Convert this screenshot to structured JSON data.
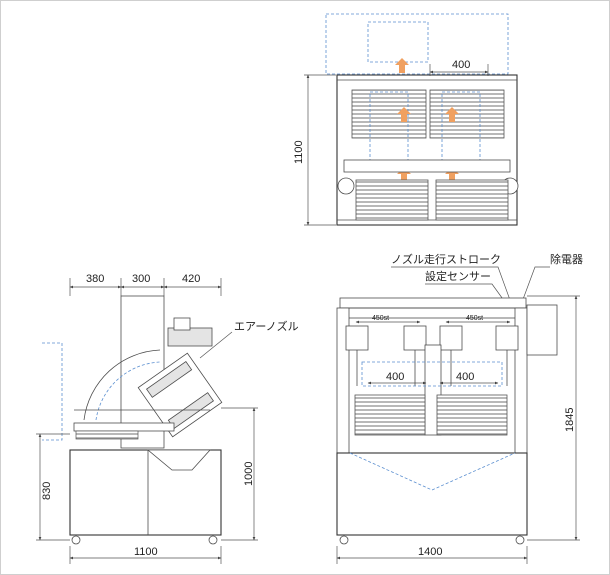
{
  "top_view": {
    "dim_width": "400",
    "dim_height": "1100"
  },
  "side_view": {
    "dim_top_1": "380",
    "dim_top_2": "300",
    "dim_top_3": "420",
    "dim_height_total": "1000",
    "dim_height_table": "830",
    "dim_width": "1100",
    "label_air_nozzle": "エアーノズル"
  },
  "front_view": {
    "label_nozzle_stroke": "ノズル走行ストローク",
    "label_sensor": "設定センサー",
    "label_static_eliminator": "除電器",
    "dim_stroke_left": "450st",
    "dim_stroke_right": "450st",
    "dim_pitch_left": "400",
    "dim_pitch_right": "400",
    "dim_height": "1845",
    "dim_width": "1400"
  },
  "colors": {
    "line": "#4d4d4d",
    "hidden_line": "#5b8fd0",
    "arrow": "#f0a060"
  }
}
